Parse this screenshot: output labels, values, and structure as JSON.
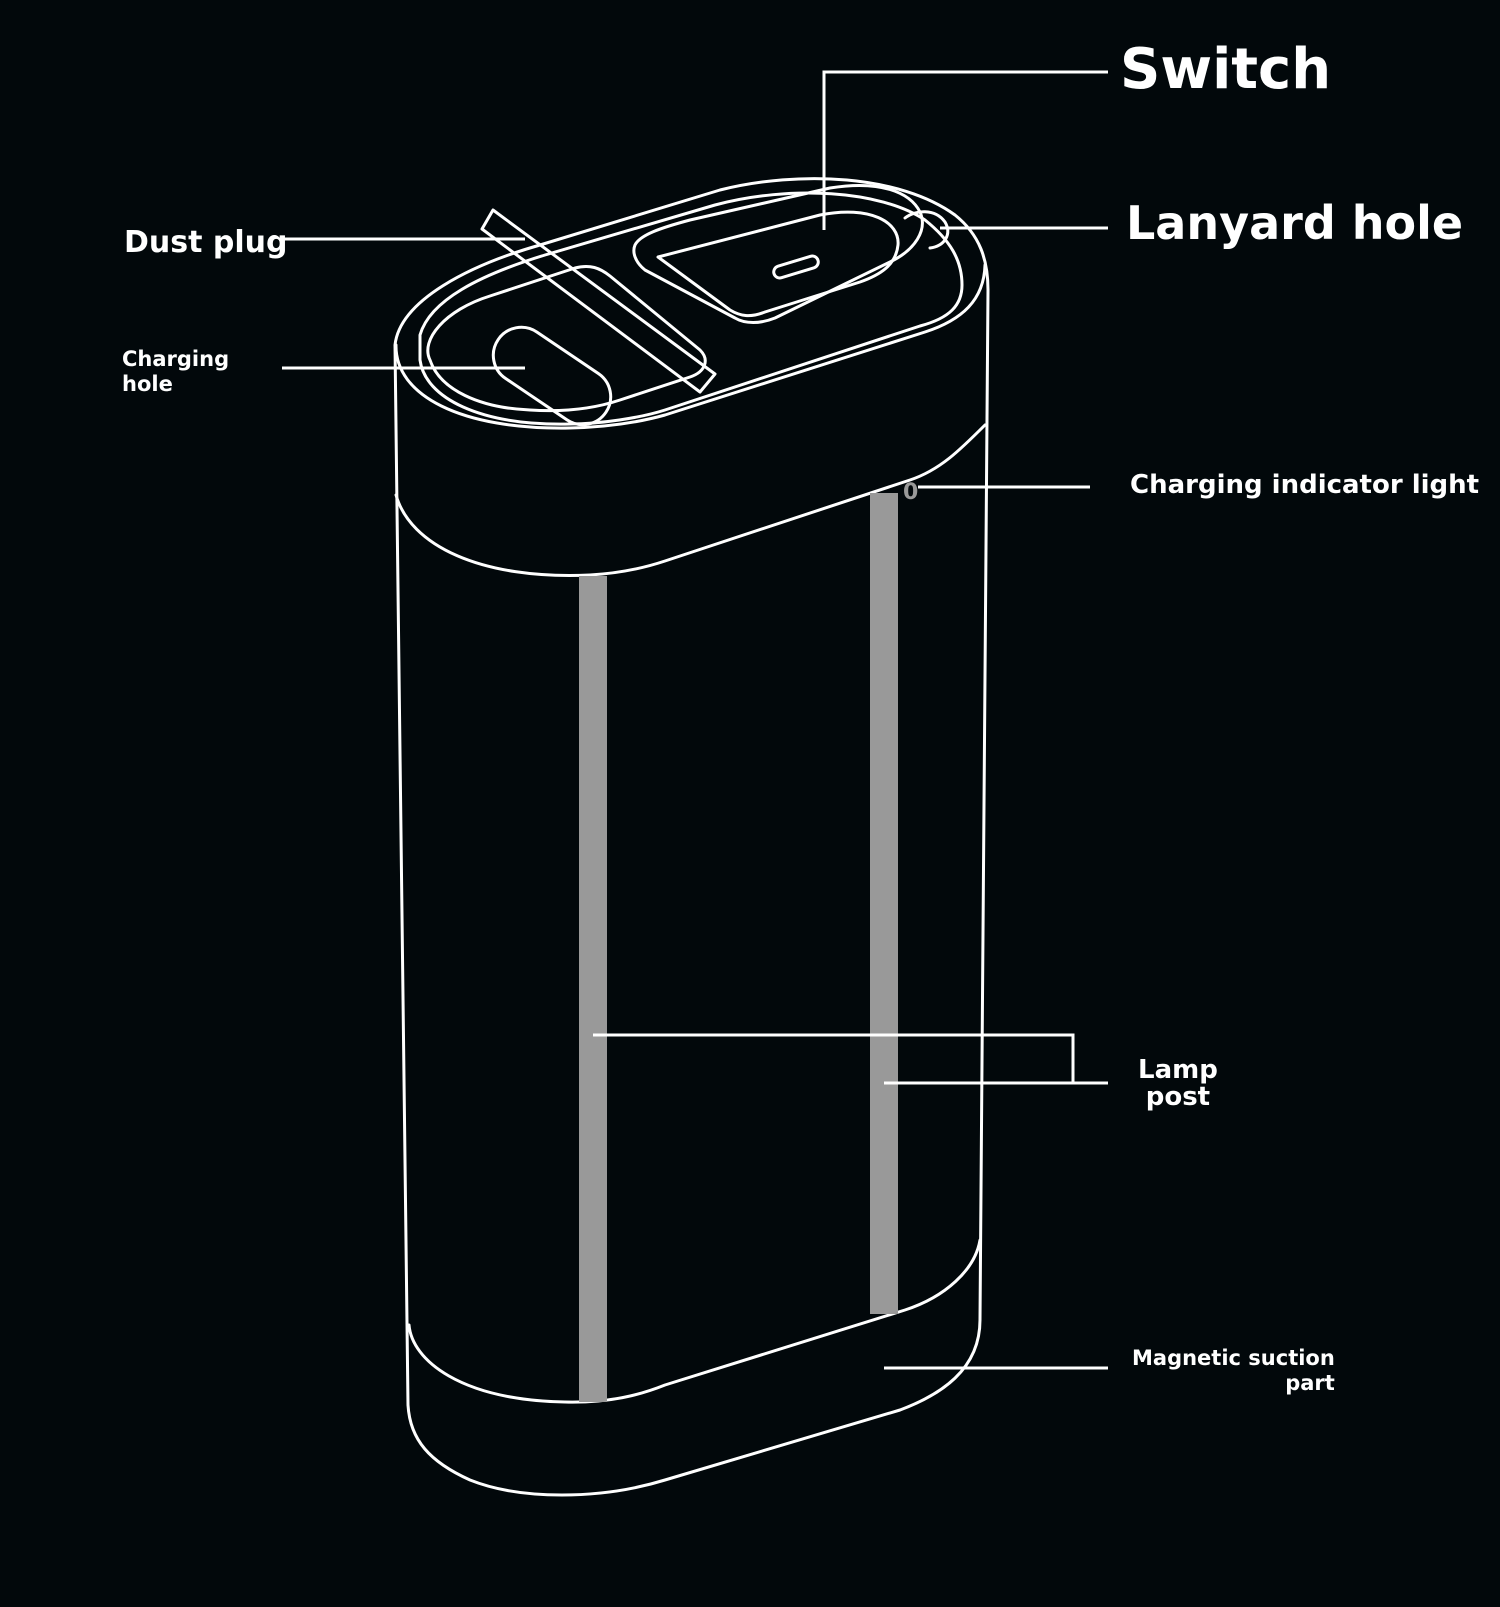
{
  "labels": {
    "switch": "Switch",
    "lanyard_hole": "Lanyard hole",
    "dust_plug": "Dust plug",
    "charging_hole": [
      "Charging",
      "hole"
    ],
    "charging_indicator_light": "Charging indicator light",
    "lamp_post": [
      "Lamp",
      "post"
    ],
    "magnetic_suction_part": [
      "Magnetic suction",
      "part"
    ]
  },
  "colors": {
    "background": "#02080b",
    "outline": "#ffffff",
    "lamp_strip": "#999999"
  }
}
